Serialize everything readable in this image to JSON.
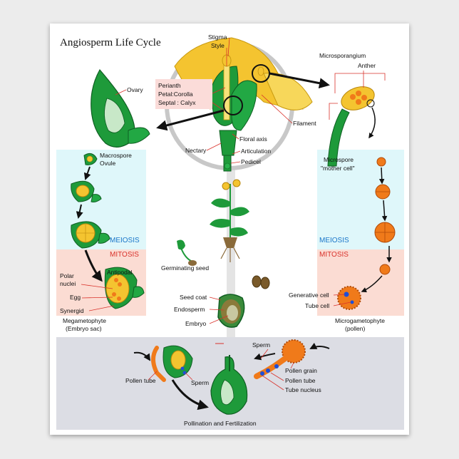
{
  "title": "Angiosperm Life Cycle",
  "bands": {
    "meiosis": "MEIOSIS",
    "mitosis": "MITOSIS"
  },
  "flower": {
    "stigma": "Stigma",
    "style": "Style",
    "perianth": "Perianth",
    "petal": "Petal:Corolla",
    "septal": "Septal : Calyx",
    "filament": "Filament",
    "floral_axis": "Floral axis",
    "articulation": "Articulation",
    "pedicel": "Pedicel",
    "nectary": "Nectary"
  },
  "female": {
    "ovary": "Ovary",
    "macrospore": "Macrospore",
    "ovule": "Ovule",
    "polar1": "Polar",
    "polar2": "nuclei",
    "antipodal": "Antipodal",
    "egg": "Egg",
    "synergid": "Synergid",
    "mega1": "Megametophyte",
    "mega2": "(Embryo sac)"
  },
  "male": {
    "microsporangium": "Microsporangium",
    "anther": "Anther",
    "microspore1": "Microspore",
    "microspore2": "\"mother cell\"",
    "generative": "Generative cell",
    "tube_cell": "Tube cell",
    "micro1": "Microgametophyte",
    "micro2": "(pollen)"
  },
  "center": {
    "germinating": "Germinating seed",
    "seed_coat": "Seed coat",
    "endosperm": "Endosperm",
    "embryo": "Embryo"
  },
  "bottom": {
    "sperm_left": "Sperm",
    "pollen_tube_left": "Pollen tube",
    "sperm_right": "Sperm",
    "pollen_grain": "Pollen grain",
    "pollen_tube_right": "Pollen tube",
    "tube_nucleus": "Tube nucleus",
    "caption": "Pollination and Fertilization"
  },
  "colors": {
    "green": "#1e9a3a",
    "dark_green": "#0f5e22",
    "yellow": "#f4c430",
    "orange": "#f07a1a",
    "meiosis_band": "#dff7fa",
    "mitosis_band": "#fbdcd3",
    "bottom_band": "#dcdde4",
    "meiosis_text": "#1a76c9",
    "mitosis_text": "#d9322b",
    "caption_text": "#2030c8"
  }
}
